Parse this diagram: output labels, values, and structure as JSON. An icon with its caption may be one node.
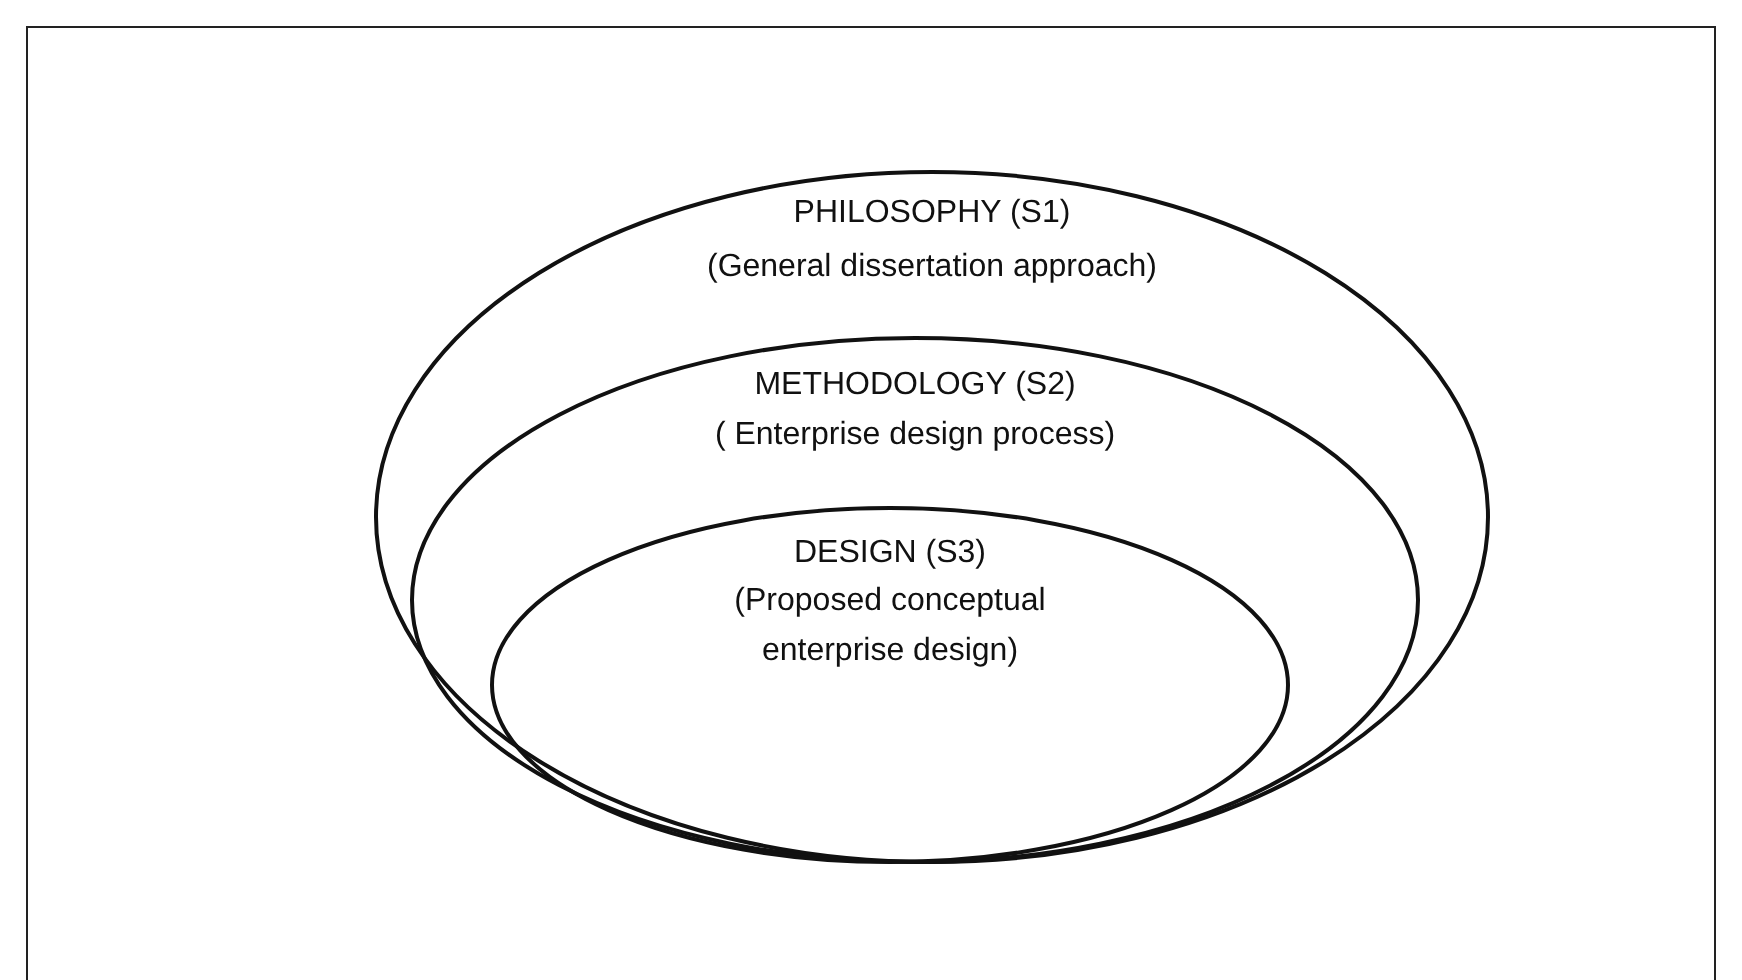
{
  "diagram": {
    "nodes": [
      {
        "text": [
          "PHILOSOPHY (S1)",
          "(General dissertation approach)"
        ]
      },
      {
        "text": [
          "METHODOLOGY (S2)",
          "( Enterprise design process)"
        ],
        "in": 0
      },
      {
        "text": [
          "DESIGN (S3)",
          "(Proposed conceptual enterprise design)"
        ],
        "in": 1
      }
    ]
  }
}
